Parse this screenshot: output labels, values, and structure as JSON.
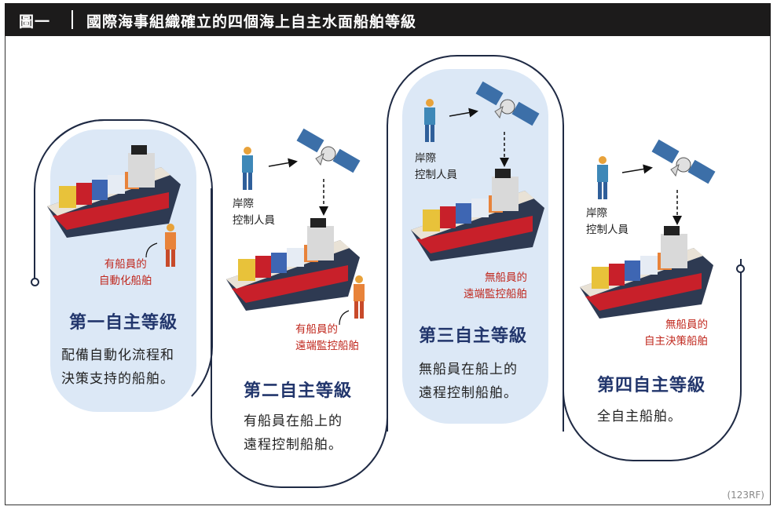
{
  "figure": {
    "number": "圖一",
    "title": "國際海事組織確立的四個海上自主水面船舶等級",
    "credit": "(123RF)"
  },
  "levels": [
    {
      "title": "第一自主等級",
      "desc_line1": "配備自動化流程和",
      "desc_line2": "決策支持的船舶。",
      "label_line1": "有船員的",
      "label_line2": "自動化船舶"
    },
    {
      "title": "第二自主等級",
      "desc_line1": "有船員在船上的",
      "desc_line2": "遠程控制船舶。",
      "label_line1": "有船員的",
      "label_line2": "遠端監控船舶",
      "operator_line1": "岸際",
      "operator_line2": "控制人員"
    },
    {
      "title": "第三自主等級",
      "desc_line1": "無船員在船上的",
      "desc_line2": "遠程控制船舶。",
      "label_line1": "無船員的",
      "label_line2": "遠端監控船舶",
      "operator_line1": "岸際",
      "operator_line2": "控制人員"
    },
    {
      "title": "第四自主等級",
      "desc_line1": "全自主船舶。",
      "label_line1": "無船員的",
      "label_line2": "自主決策船舶",
      "operator_line1": "岸際",
      "operator_line2": "控制人員"
    }
  ],
  "colors": {
    "panel": "#dce8f6",
    "title": "#22366c",
    "label_red": "#c0281e",
    "outline": "#1f2a44",
    "header": "#1c1b1b"
  }
}
